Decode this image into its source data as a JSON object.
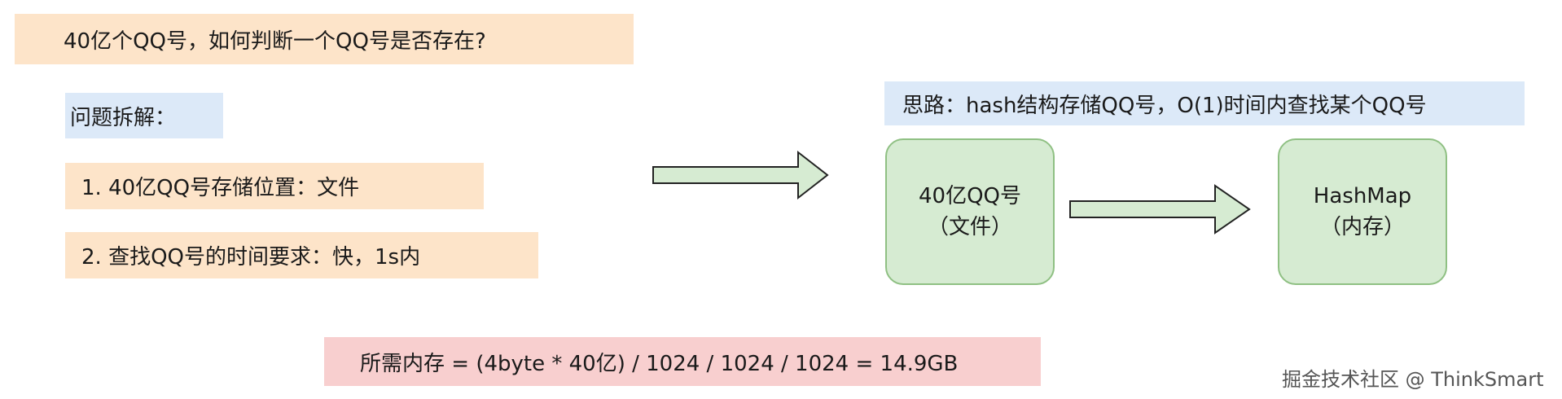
{
  "question": "40亿个QQ号，如何判断一个QQ号是否存在?",
  "breakdown": {
    "title": "问题拆解：",
    "items": [
      "1. 40亿QQ号存储位置：文件",
      "2. 查找QQ号的时间要求：快，1s内"
    ]
  },
  "idea": "思路：hash结构存储QQ号，O(1)时间内查找某个QQ号",
  "nodes": {
    "source": {
      "line1": "40亿QQ号",
      "line2": "（文件）"
    },
    "target": {
      "line1": "HashMap",
      "line2": "（内存）"
    }
  },
  "memory_formula": "所需内存 = (4byte * 40亿) / 1024 / 1024 / 1024 = 14.9GB",
  "watermark": "掘金技术社区 @ ThinkSmart",
  "colors": {
    "peach": "#fde4c9",
    "blue": "#dce9f8",
    "green_fill": "#d6ebd2",
    "green_border": "#8fc083",
    "pink": "#f8cfcf"
  }
}
